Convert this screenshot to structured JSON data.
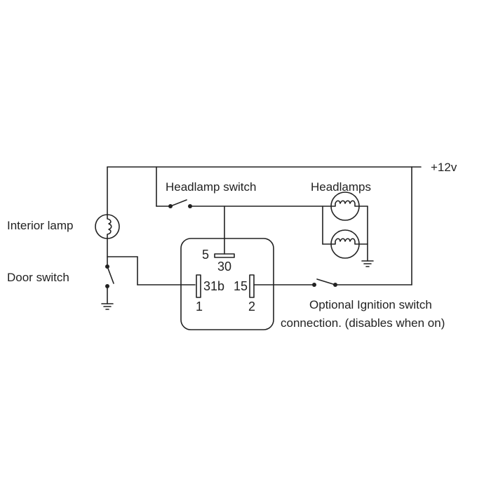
{
  "colors": {
    "ink": "#222222",
    "background": "#ffffff"
  },
  "labels": {
    "supply": "+12v",
    "headlamp_switch": "Headlamp switch",
    "headlamps": "Headlamps",
    "interior_lamp": "Interior lamp",
    "door_switch": "Door switch",
    "ignition_line1": "Optional Ignition switch",
    "ignition_line2": "connection. (disables when on)"
  },
  "relay": {
    "pin_5": "5",
    "pin_30": "30",
    "pin_31b": "31b",
    "pin_15": "15",
    "pin_1": "1",
    "pin_2": "2"
  },
  "icons": [
    "lamp-bulb-icon",
    "switch-icon",
    "ground-icon",
    "relay-contact-icon"
  ]
}
